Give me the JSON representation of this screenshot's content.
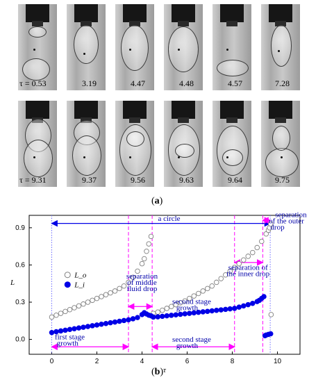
{
  "panel_a": {
    "label": "a",
    "tau_prefix": "τ =",
    "row1": [
      "0.53",
      "3.19",
      "4.47",
      "4.48",
      "4.57",
      "7.28"
    ],
    "row2": [
      "9.31",
      "9.37",
      "9.56",
      "9.63",
      "9.64",
      "9.75"
    ]
  },
  "panel_b": {
    "label": "b"
  },
  "chart_data": {
    "type": "scatter",
    "xlabel": "τ",
    "ylabel": "L",
    "xlim": [
      -1,
      11
    ],
    "ylim": [
      -0.12,
      1.0
    ],
    "xticks": [
      0,
      2,
      4,
      6,
      8,
      10
    ],
    "yticks": [
      0.0,
      0.3,
      0.6,
      0.9
    ],
    "grid": false,
    "legend_position": "left",
    "series": [
      {
        "name": "L_o",
        "marker": "open-circle",
        "color": "#808080",
        "points": [
          [
            0,
            0.18
          ],
          [
            0.2,
            0.195
          ],
          [
            0.4,
            0.21
          ],
          [
            0.6,
            0.225
          ],
          [
            0.8,
            0.24
          ],
          [
            1.0,
            0.255
          ],
          [
            1.2,
            0.27
          ],
          [
            1.4,
            0.285
          ],
          [
            1.6,
            0.3
          ],
          [
            1.8,
            0.315
          ],
          [
            2.0,
            0.33
          ],
          [
            2.2,
            0.345
          ],
          [
            2.4,
            0.36
          ],
          [
            2.6,
            0.375
          ],
          [
            2.8,
            0.39
          ],
          [
            3.0,
            0.41
          ],
          [
            3.2,
            0.43
          ],
          [
            3.4,
            0.46
          ],
          [
            3.6,
            0.5
          ],
          [
            3.8,
            0.55
          ],
          [
            4.0,
            0.61
          ],
          [
            4.1,
            0.65
          ],
          [
            4.2,
            0.71
          ],
          [
            4.3,
            0.77
          ],
          [
            4.4,
            0.83
          ],
          [
            4.5,
            0.21
          ],
          [
            4.7,
            0.22
          ],
          [
            4.9,
            0.235
          ],
          [
            5.1,
            0.25
          ],
          [
            5.3,
            0.265
          ],
          [
            5.5,
            0.28
          ],
          [
            5.7,
            0.295
          ],
          [
            5.9,
            0.31
          ],
          [
            6.1,
            0.33
          ],
          [
            6.3,
            0.35
          ],
          [
            6.5,
            0.37
          ],
          [
            6.7,
            0.39
          ],
          [
            6.9,
            0.41
          ],
          [
            7.1,
            0.43
          ],
          [
            7.3,
            0.46
          ],
          [
            7.5,
            0.49
          ],
          [
            7.7,
            0.52
          ],
          [
            7.9,
            0.55
          ],
          [
            8.1,
            0.58
          ],
          [
            8.3,
            0.61
          ],
          [
            8.5,
            0.64
          ],
          [
            8.7,
            0.67
          ],
          [
            8.9,
            0.7
          ],
          [
            9.1,
            0.74
          ],
          [
            9.3,
            0.79
          ],
          [
            9.5,
            0.85
          ],
          [
            9.6,
            0.88
          ],
          [
            9.65,
            0.9
          ],
          [
            9.7,
            0.93
          ],
          [
            9.72,
            0.2
          ]
        ]
      },
      {
        "name": "L_i",
        "marker": "filled-circle",
        "color": "#0000e6",
        "points": [
          [
            0,
            0.055
          ],
          [
            0.2,
            0.062
          ],
          [
            0.4,
            0.068
          ],
          [
            0.6,
            0.074
          ],
          [
            0.8,
            0.08
          ],
          [
            1.0,
            0.086
          ],
          [
            1.2,
            0.092
          ],
          [
            1.4,
            0.098
          ],
          [
            1.6,
            0.104
          ],
          [
            1.8,
            0.11
          ],
          [
            2.0,
            0.116
          ],
          [
            2.2,
            0.122
          ],
          [
            2.4,
            0.128
          ],
          [
            2.6,
            0.134
          ],
          [
            2.8,
            0.14
          ],
          [
            3.0,
            0.146
          ],
          [
            3.2,
            0.152
          ],
          [
            3.4,
            0.158
          ],
          [
            3.6,
            0.166
          ],
          [
            3.8,
            0.176
          ],
          [
            4.0,
            0.2
          ],
          [
            4.1,
            0.215
          ],
          [
            4.2,
            0.205
          ],
          [
            4.3,
            0.195
          ],
          [
            4.4,
            0.19
          ],
          [
            4.5,
            0.18
          ],
          [
            4.7,
            0.182
          ],
          [
            4.9,
            0.186
          ],
          [
            5.1,
            0.19
          ],
          [
            5.3,
            0.194
          ],
          [
            5.5,
            0.198
          ],
          [
            5.7,
            0.202
          ],
          [
            5.9,
            0.206
          ],
          [
            6.1,
            0.21
          ],
          [
            6.3,
            0.214
          ],
          [
            6.5,
            0.218
          ],
          [
            6.7,
            0.222
          ],
          [
            6.9,
            0.226
          ],
          [
            7.1,
            0.23
          ],
          [
            7.3,
            0.234
          ],
          [
            7.5,
            0.238
          ],
          [
            7.7,
            0.242
          ],
          [
            7.9,
            0.246
          ],
          [
            8.1,
            0.25
          ],
          [
            8.3,
            0.26
          ],
          [
            8.5,
            0.27
          ],
          [
            8.7,
            0.28
          ],
          [
            8.9,
            0.29
          ],
          [
            9.1,
            0.305
          ],
          [
            9.2,
            0.315
          ],
          [
            9.3,
            0.33
          ],
          [
            9.4,
            0.345
          ],
          [
            9.45,
            0.03
          ],
          [
            9.5,
            0.035
          ],
          [
            9.6,
            0.04
          ],
          [
            9.7,
            0.045
          ]
        ]
      }
    ],
    "vlines": [
      {
        "x": 0,
        "color": "#6c6cff",
        "style": "dotted"
      },
      {
        "x": 3.4,
        "color": "#ff00ff",
        "style": "dashed"
      },
      {
        "x": 4.45,
        "color": "#ff00ff",
        "style": "dashed"
      },
      {
        "x": 8.1,
        "color": "#ff00ff",
        "style": "dashed"
      },
      {
        "x": 9.35,
        "color": "#ff00ff",
        "style": "dashed"
      },
      {
        "x": 9.68,
        "color": "#6c6cff",
        "style": "dotted"
      }
    ],
    "arrows": [
      {
        "x1": 0,
        "x2": 9.68,
        "y": 0.935,
        "color": "#0000e6"
      },
      {
        "x1": 9.35,
        "x2": 9.68,
        "y": 0.96,
        "color": "#ff00ff"
      },
      {
        "x1": 3.4,
        "x2": 4.45,
        "y": 0.265,
        "color": "#ff00ff"
      },
      {
        "x1": 8.1,
        "x2": 9.35,
        "y": 0.62,
        "color": "#ff00ff"
      },
      {
        "x1": 0,
        "x2": 3.4,
        "y": -0.06,
        "color": "#ff00ff"
      },
      {
        "x1": 4.45,
        "x2": 8.1,
        "y": -0.06,
        "color": "#ff00ff"
      }
    ],
    "annotations": [
      {
        "text": "a circle",
        "x": 5.2,
        "y": 0.955
      },
      {
        "text": "separation",
        "x": 10.6,
        "y": 0.985
      },
      {
        "text": "of the outer",
        "x": 10.4,
        "y": 0.935
      },
      {
        "text": "drop",
        "x": 10.0,
        "y": 0.885
      },
      {
        "text": "separation",
        "x": 4.0,
        "y": 0.49
      },
      {
        "text": "of middle",
        "x": 4.0,
        "y": 0.44
      },
      {
        "text": "fluid drop",
        "x": 4.0,
        "y": 0.39
      },
      {
        "text": "second stage",
        "x": 6.2,
        "y": 0.285
      },
      {
        "text": "growth",
        "x": 6.0,
        "y": 0.235
      },
      {
        "text": "separation of",
        "x": 8.7,
        "y": 0.56
      },
      {
        "text": "the inner drop",
        "x": 8.7,
        "y": 0.51
      },
      {
        "text": "first stage",
        "x": 0.8,
        "y": 0.0
      },
      {
        "text": "growth",
        "x": 0.7,
        "y": -0.05
      },
      {
        "text": "second stage",
        "x": 6.2,
        "y": -0.02
      },
      {
        "text": "growth",
        "x": 6.0,
        "y": -0.07
      }
    ]
  }
}
